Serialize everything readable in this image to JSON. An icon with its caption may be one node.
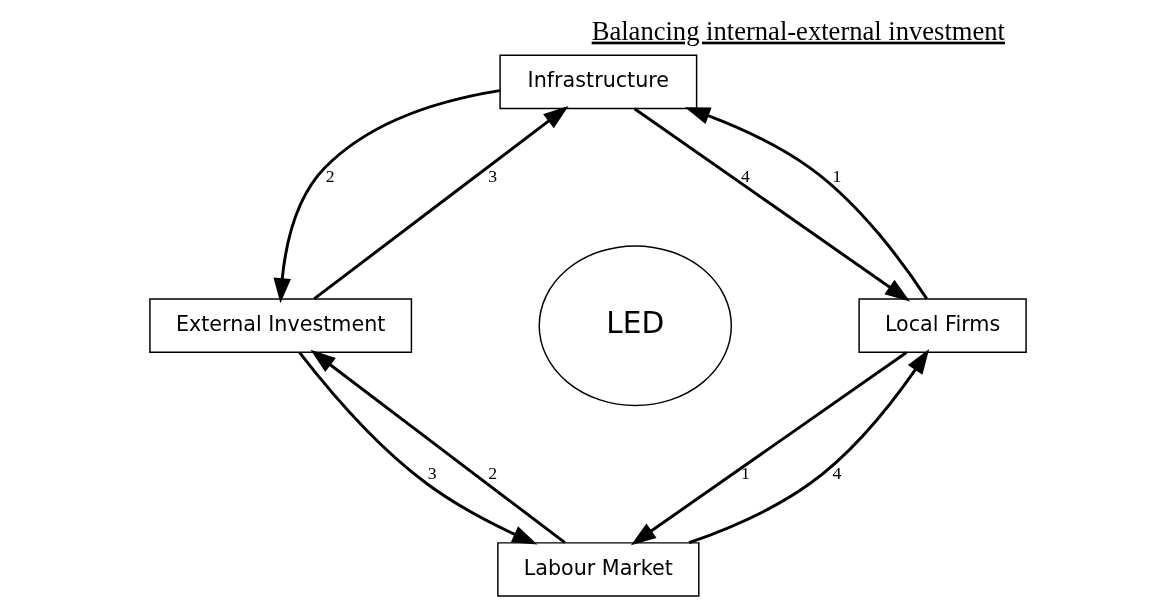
{
  "diagram": {
    "title": "Balancing internal-external investment",
    "nodes": [
      {
        "text": [
          "Infrastructure"
        ]
      },
      {
        "text": [
          "External Investment"
        ]
      },
      {
        "text": [
          "LED"
        ]
      },
      {
        "text": [
          "Local Firms"
        ]
      },
      {
        "text": [
          "Labour Market"
        ]
      }
    ],
    "edges": [
      {
        "from": 0,
        "to": 1,
        "arrow": "to",
        "label": "2"
      },
      {
        "from": 1,
        "to": 0,
        "arrow": "to",
        "label": "3"
      },
      {
        "from": 3,
        "to": 0,
        "arrow": "to",
        "label": "1"
      },
      {
        "from": 0,
        "to": 3,
        "arrow": "to",
        "label": "4"
      },
      {
        "from": 4,
        "to": 3,
        "arrow": "to",
        "label": "4"
      },
      {
        "from": 3,
        "to": 4,
        "arrow": "to",
        "label": "1"
      },
      {
        "from": 4,
        "to": 1,
        "arrow": "to",
        "label": "2"
      },
      {
        "from": 1,
        "to": 4,
        "arrow": "to",
        "label": "3"
      }
    ]
  }
}
